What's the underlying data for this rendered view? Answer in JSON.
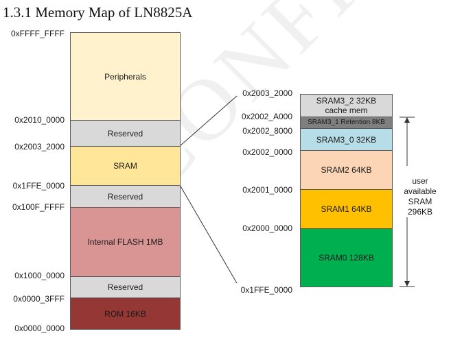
{
  "title": "1.3.1 Memory Map of LN8825A",
  "watermark": "CONFIDENTIAL",
  "main_map": {
    "blocks": [
      {
        "label": "Peripherals",
        "color": "#fff2cc"
      },
      {
        "label": "Reserved",
        "color": "#d9d9d9"
      },
      {
        "label": "SRAM",
        "color": "#ffe699"
      },
      {
        "label": "Reserved",
        "color": "#d9d9d9"
      },
      {
        "label": "Internal FLASH  1MB",
        "color": "#d99594"
      },
      {
        "label": "Reserved",
        "color": "#d9d9d9"
      },
      {
        "label": "ROM  16KB",
        "color": "#953734"
      }
    ],
    "addresses": [
      "0xFFFF_FFFF",
      "0x2010_0000",
      "0x2003_2000",
      "0x1FFE_0000",
      "0x100F_FFFF",
      "0x1000_0000",
      "0x0000_3FFF",
      "0x0000_0000"
    ]
  },
  "sram_map": {
    "blocks": [
      {
        "label": "SRAM3_2  32KB\ncache mem",
        "color": "#d9d9d9"
      },
      {
        "label": "SRAM3_1  Retention  8KB",
        "color": "#7f7f7f"
      },
      {
        "label": "SRAM3_0  32KB",
        "color": "#b7dee8"
      },
      {
        "label": "SRAM2  64KB",
        "color": "#fbd5b5"
      },
      {
        "label": "SRAM1  64KB",
        "color": "#ffc000"
      },
      {
        "label": "SRAM0   128KB",
        "color": "#00b050"
      }
    ],
    "addresses": [
      "0x2003_2000",
      "0x2002_A000",
      "0x2002_8000",
      "0x2002_0000",
      "0x2001_0000",
      "0x2000_0000",
      "0x1FFE_0000"
    ]
  },
  "user_available_label": "user\navailable\nSRAM\n296KB"
}
